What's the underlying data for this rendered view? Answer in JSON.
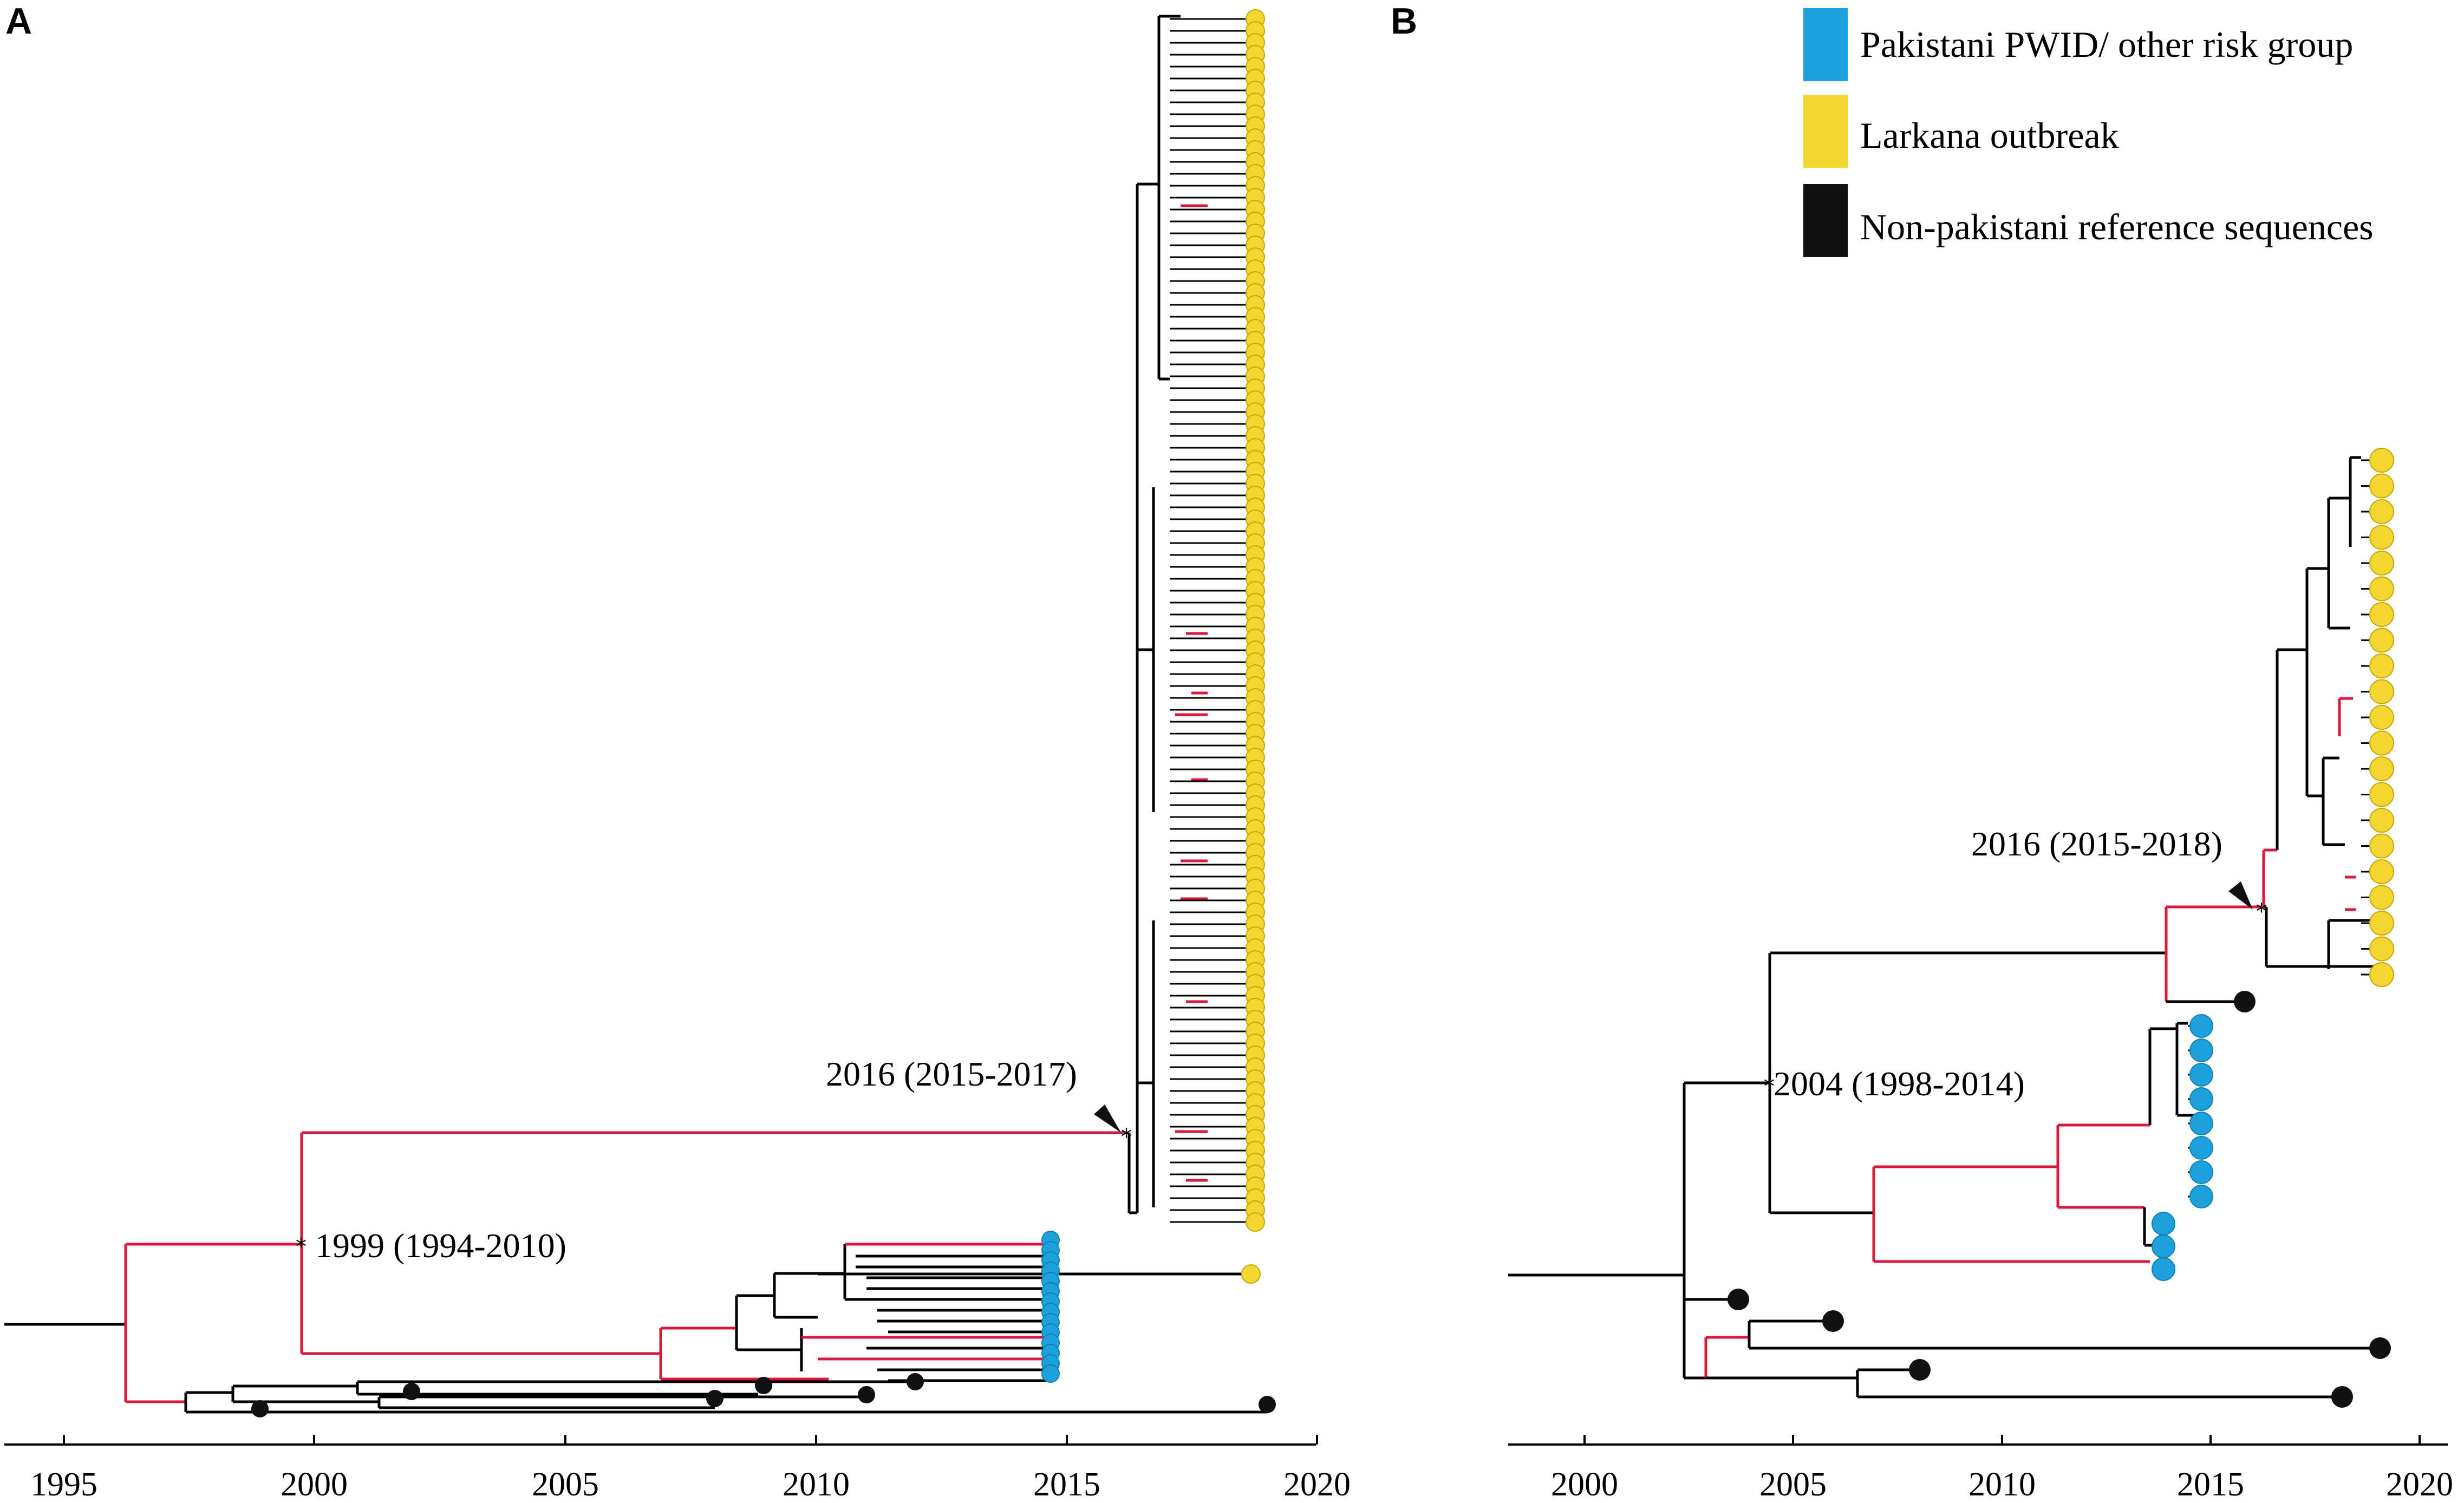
{
  "panels": [
    {
      "label": "A",
      "axis_ticks": [
        "1995",
        "2000",
        "2005",
        "2010",
        "2015",
        "2020"
      ],
      "annotations": [
        "2016 (2015-2017)",
        "1999 (1994-2010)"
      ]
    },
    {
      "label": "B",
      "axis_ticks": [
        "2000",
        "2005",
        "2010",
        "2015",
        "2020"
      ],
      "annotations": [
        "2016 (2015-2018)",
        "2004 (1998-2014)"
      ]
    }
  ],
  "legend": [
    {
      "label": "Pakistani PWID/ other risk group",
      "color": "#1ba1dc"
    },
    {
      "label": "Larkana outbreak",
      "color": "#f4d630"
    },
    {
      "label": "Non-pakistani reference sequences",
      "color": "#111111"
    }
  ],
  "colors": {
    "branch": "#000000",
    "highlight_branch": "#d9183b",
    "pwid": "#1ba1dc",
    "larkana": "#f4d630",
    "reference": "#111111"
  }
}
